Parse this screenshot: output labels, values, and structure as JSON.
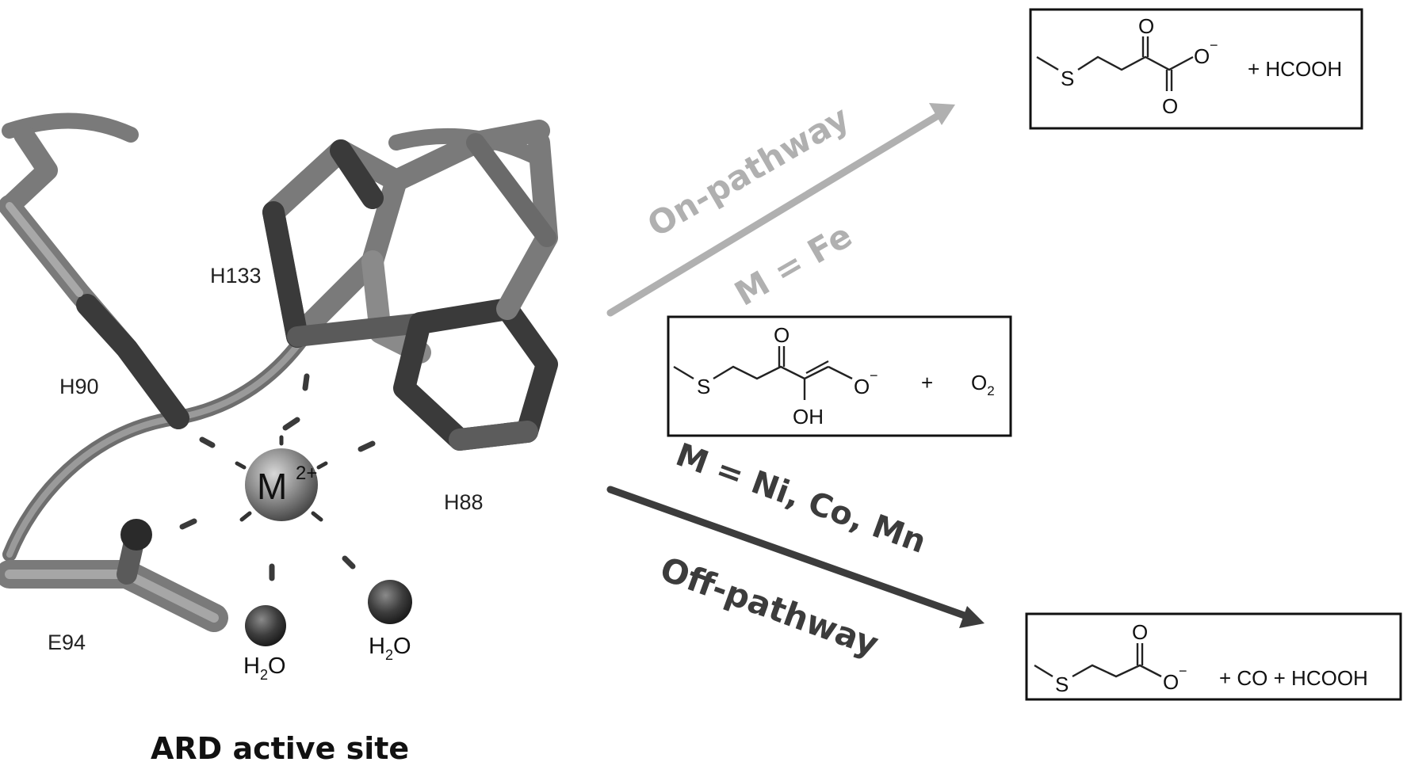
{
  "colors": {
    "on_pathway": "#b0b0b0",
    "off_pathway": "#3c3c3c",
    "stick_light": "#8a8a8a",
    "stick_dark": "#3a3a3a",
    "metal": "#8c8c8c"
  },
  "active_site": {
    "caption": "ARD active site",
    "metal_label": "M",
    "metal_charge": "2+",
    "residues": {
      "h133": "H133",
      "h90": "H90",
      "h88": "H88",
      "e94": "E94"
    },
    "water_1": {
      "h": "H",
      "sub": "2",
      "o": "O"
    },
    "water_2": {
      "h": "H",
      "sub": "2",
      "o": "O"
    }
  },
  "pathways": {
    "on": {
      "label": "On-pathway",
      "condition": "M = Fe"
    },
    "off": {
      "label": "Off-pathway",
      "condition": "M = Ni, Co, Mn"
    }
  },
  "substrate": {
    "atom_s": "S",
    "atom_o_top": "O",
    "atom_o_minus": "O",
    "minus": "−",
    "oh": "OH",
    "plus": "+",
    "o2": {
      "o": "O",
      "sub": "2"
    }
  },
  "product_on": {
    "atom_s": "S",
    "atom_o_top": "O",
    "atom_o_minus": "O",
    "atom_o_bottom": "O",
    "minus": "−",
    "coproducts": "+ HCOOH"
  },
  "product_off": {
    "atom_s": "S",
    "atom_o_top": "O",
    "atom_o_minus": "O",
    "minus": "−",
    "coproducts": "+ CO + HCOOH"
  }
}
